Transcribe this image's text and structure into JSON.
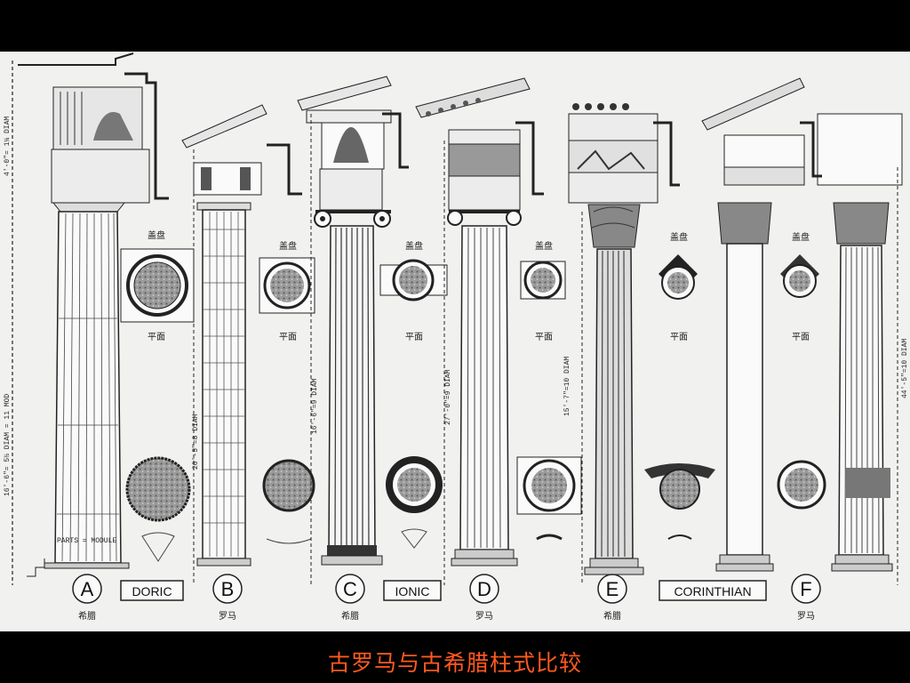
{
  "caption": "古罗马与古希腊柱式比较",
  "orders": [
    {
      "letter": "A",
      "origin": "希腊",
      "dim": "16'-6\"= 5½ DIAM = 11 MOD"
    },
    {
      "letter": "B",
      "origin": "罗马",
      "dim": "20'-5\"=8 DIAM"
    },
    {
      "letter": "C",
      "origin": "希腊",
      "dim": "16'-6\"=9 DIAM"
    },
    {
      "letter": "D",
      "origin": "罗马",
      "dim": "27'-0\"=9 DIAM"
    },
    {
      "letter": "E",
      "origin": "希腊",
      "dim": "15'-7\"=10 DIAM"
    },
    {
      "letter": "F",
      "origin": "罗马",
      "dim": "44'-5\"=10 DIAM"
    }
  ],
  "order_names": [
    "DORIC",
    "IONIC",
    "CORINTHIAN"
  ],
  "plan_labels": {
    "top": "盖盘",
    "bottom": "平面"
  },
  "entablature_dim": "4'-0\"= 1¼ DIAM",
  "base_note": "PARTS = MODULE",
  "colors": {
    "background": "#000000",
    "plate": "#f1f1ef",
    "ink": "#1a1a1a",
    "caption": "#ff5a1e"
  }
}
